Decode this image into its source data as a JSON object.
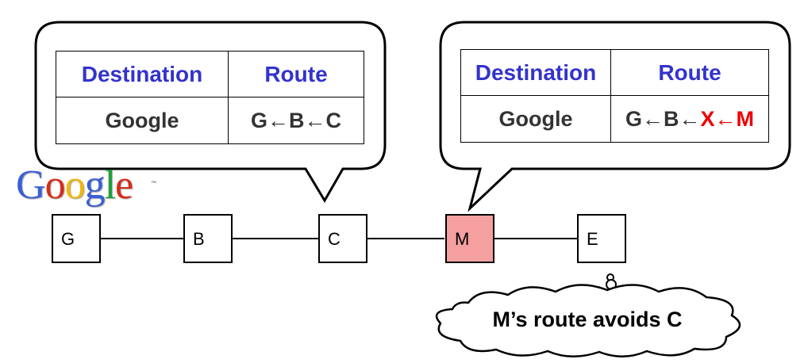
{
  "logo": {
    "text": "Google",
    "trademark": "™",
    "letter_colors": [
      "#3b5fd6",
      "#d62c1a",
      "#f2b50f",
      "#3b5fd6",
      "#1f9e38",
      "#d62c1a"
    ]
  },
  "colors": {
    "header_text": "#3333cc",
    "value_text": "#333333",
    "attack_red": "#ee0000",
    "highlight_node_fill": "#f4a0a0"
  },
  "tables": [
    {
      "headers": [
        "Destination",
        "Route"
      ],
      "destination": "Google",
      "route_parts": [
        "G",
        "←",
        "B",
        "←",
        "C"
      ]
    },
    {
      "headers": [
        "Destination",
        "Route"
      ],
      "destination": "Google",
      "route_parts": [
        "G",
        "←",
        "B",
        "←",
        "X",
        "←",
        "M"
      ]
    }
  ],
  "nodes": [
    {
      "id": "G",
      "label": "G",
      "highlighted": false
    },
    {
      "id": "B",
      "label": "B",
      "highlighted": false
    },
    {
      "id": "C",
      "label": "C",
      "highlighted": false
    },
    {
      "id": "M",
      "label": "M",
      "highlighted": true
    },
    {
      "id": "E",
      "label": "E",
      "highlighted": false
    }
  ],
  "edges": [
    [
      "G",
      "B"
    ],
    [
      "B",
      "C"
    ],
    [
      "C",
      "M"
    ],
    [
      "M",
      "E"
    ]
  ],
  "thought": {
    "text": "M’s route avoids C"
  }
}
